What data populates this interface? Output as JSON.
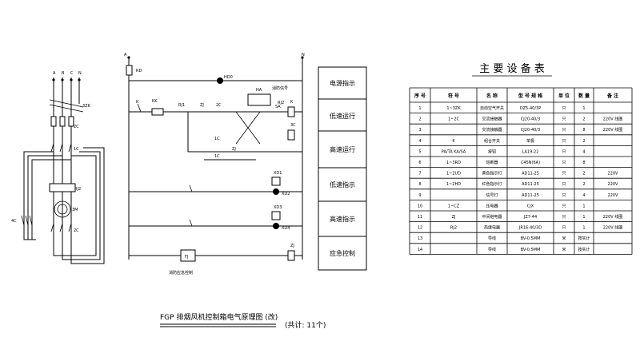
{
  "bus": {
    "left_label": "A",
    "right_label": "N",
    "fuse_label": "RD"
  },
  "three_phase": {
    "phases": [
      "A",
      "B",
      "C",
      "N"
    ],
    "breaker_label": "3ZK",
    "contactor_label": "2C",
    "relay_label": "RJ2",
    "motor_label": "3M",
    "kc_label": "1C",
    "dc_label": "2C",
    "low_label": "4C"
  },
  "control": {
    "rows": [
      "电源指示",
      "低速运行",
      "高速运行",
      "低速指示",
      "高速指示",
      "应急控制"
    ],
    "hd_label": "HD0",
    "ha_label": "HA",
    "k_label": "K",
    "fire_label": "消防信号",
    "relay_label": "RJ1",
    "zj_label": "ZJ",
    "kk_label": "KK",
    "sa_label": "SA",
    "rj2_label": "RJ2",
    "c1_label": "1C",
    "c2_label": "2C",
    "c3_label": "3C",
    "k2_label": "K",
    "xd1_label": "XD1",
    "xd2_label": "XD2",
    "xd3_label": "XD3",
    "xd4_label": "XD4",
    "zj2_label": "ZJ",
    "fj_label": "FJ",
    "emergency_label": "消防应急控制"
  },
  "table": {
    "title": "主 要 设 备 表",
    "headers": [
      "序 号",
      "符 号",
      "名 称",
      "型 号 规 格",
      "单 位",
      "数 量",
      "备 注"
    ],
    "rows": [
      [
        "1",
        "1~3ZK",
        "自动空气开关",
        "DZ5-40/3P",
        "只",
        "1",
        ""
      ],
      [
        "2",
        "1~2C",
        "交流接触器",
        "CJ20-40/3",
        "只",
        "2",
        "220V 线圈"
      ],
      [
        "3",
        "",
        "交流接触器",
        "CJ20-40/3",
        "只",
        "8",
        "220V 线圈"
      ],
      [
        "4",
        "K",
        "组合开关",
        "单极",
        "只",
        "2",
        ""
      ],
      [
        "5",
        "PA/TA KA/SA",
        "按钮",
        "LA19-22",
        "只",
        "4",
        ""
      ],
      [
        "6",
        "1~3RD",
        "熔断器",
        "C45N(6A)",
        "只",
        "8",
        ""
      ],
      [
        "7",
        "1~2UD",
        "黄色指示灯",
        "AD11-25",
        "只",
        "2",
        "220V"
      ],
      [
        "8",
        "1~2HD",
        "红色指示灯",
        "AD11-25",
        "只",
        "2",
        "220V"
      ],
      [
        "9",
        "",
        "信号灯",
        "AD11-25",
        "只",
        "4",
        "220V"
      ],
      [
        "10",
        "1~CZ",
        "压电器",
        "CJX",
        "只",
        "1",
        ""
      ],
      [
        "11",
        "ZJ",
        "中间继电器",
        "JZ7-44",
        "只",
        "1",
        "220V 线圈"
      ],
      [
        "12",
        "RJ2",
        "热继电器",
        "JR16-40/3D",
        "只",
        "1",
        "220V 线圈"
      ],
      [
        "13",
        "",
        "导线",
        "BV-0.5MM",
        "米",
        "按实计",
        ""
      ],
      [
        "14",
        "",
        "导线",
        "BV-0.5MM",
        "米",
        "按实计",
        ""
      ]
    ]
  },
  "footer": {
    "title": "FGP 排烟风机控制箱电气原理图 (改)",
    "count": "(共计: 11个)"
  }
}
